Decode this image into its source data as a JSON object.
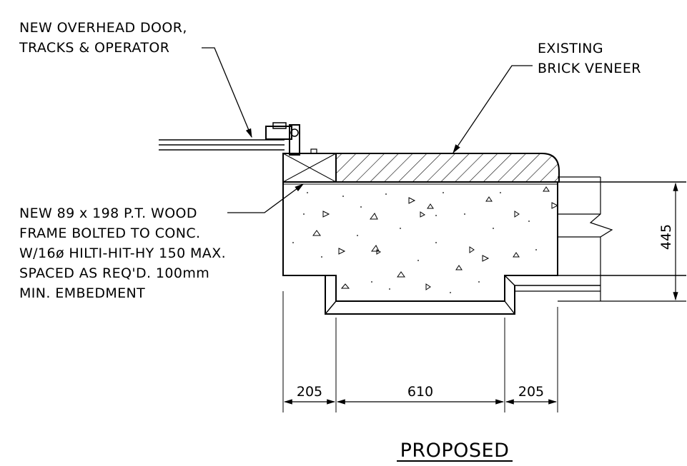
{
  "labels": {
    "door_line1": "NEW OVERHEAD DOOR,",
    "door_line2": "TRACKS & OPERATOR",
    "brick_line1": "EXISTING",
    "brick_line2": "BRICK VENEER",
    "frame_line1": "NEW 89 x 198 P.T. WOOD",
    "frame_line2": "FRAME BOLTED TO CONC.",
    "frame_line3": "W/16ø HILTI-HIT-HY 150 MAX.",
    "frame_line4": "SPACED AS REQ'D. 100mm",
    "frame_line5": "MIN. EMBEDMENT"
  },
  "dimensions": {
    "left": "205",
    "middle": "610",
    "right": "205",
    "height": "445"
  },
  "title": "PROPOSED"
}
